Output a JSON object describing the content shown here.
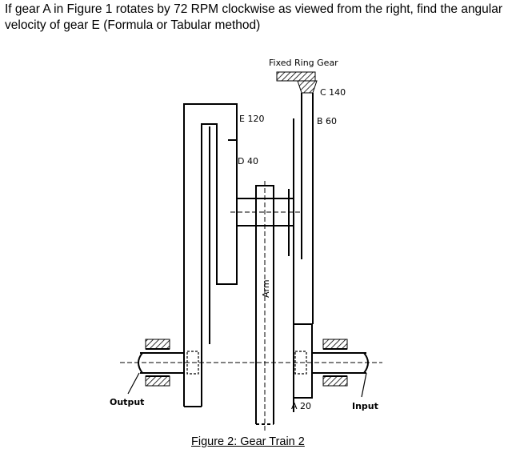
{
  "question": {
    "line1": "If gear A in Figure 1 rotates by 72 RPM clockwise as viewed from the right, find the angular",
    "line2": "velocity of gear E (Formula or Tabular method)"
  },
  "figure": {
    "caption": "Figure 2: Gear Train 2",
    "labels": {
      "fixed_ring_gear": "Fixed Ring Gear",
      "gear_c": "C 140",
      "gear_b": "B 60",
      "gear_e": "E 120",
      "gear_d": "D 40",
      "gear_a": "A 20",
      "arm": "Arm",
      "output": "Output",
      "input": "Input"
    }
  }
}
